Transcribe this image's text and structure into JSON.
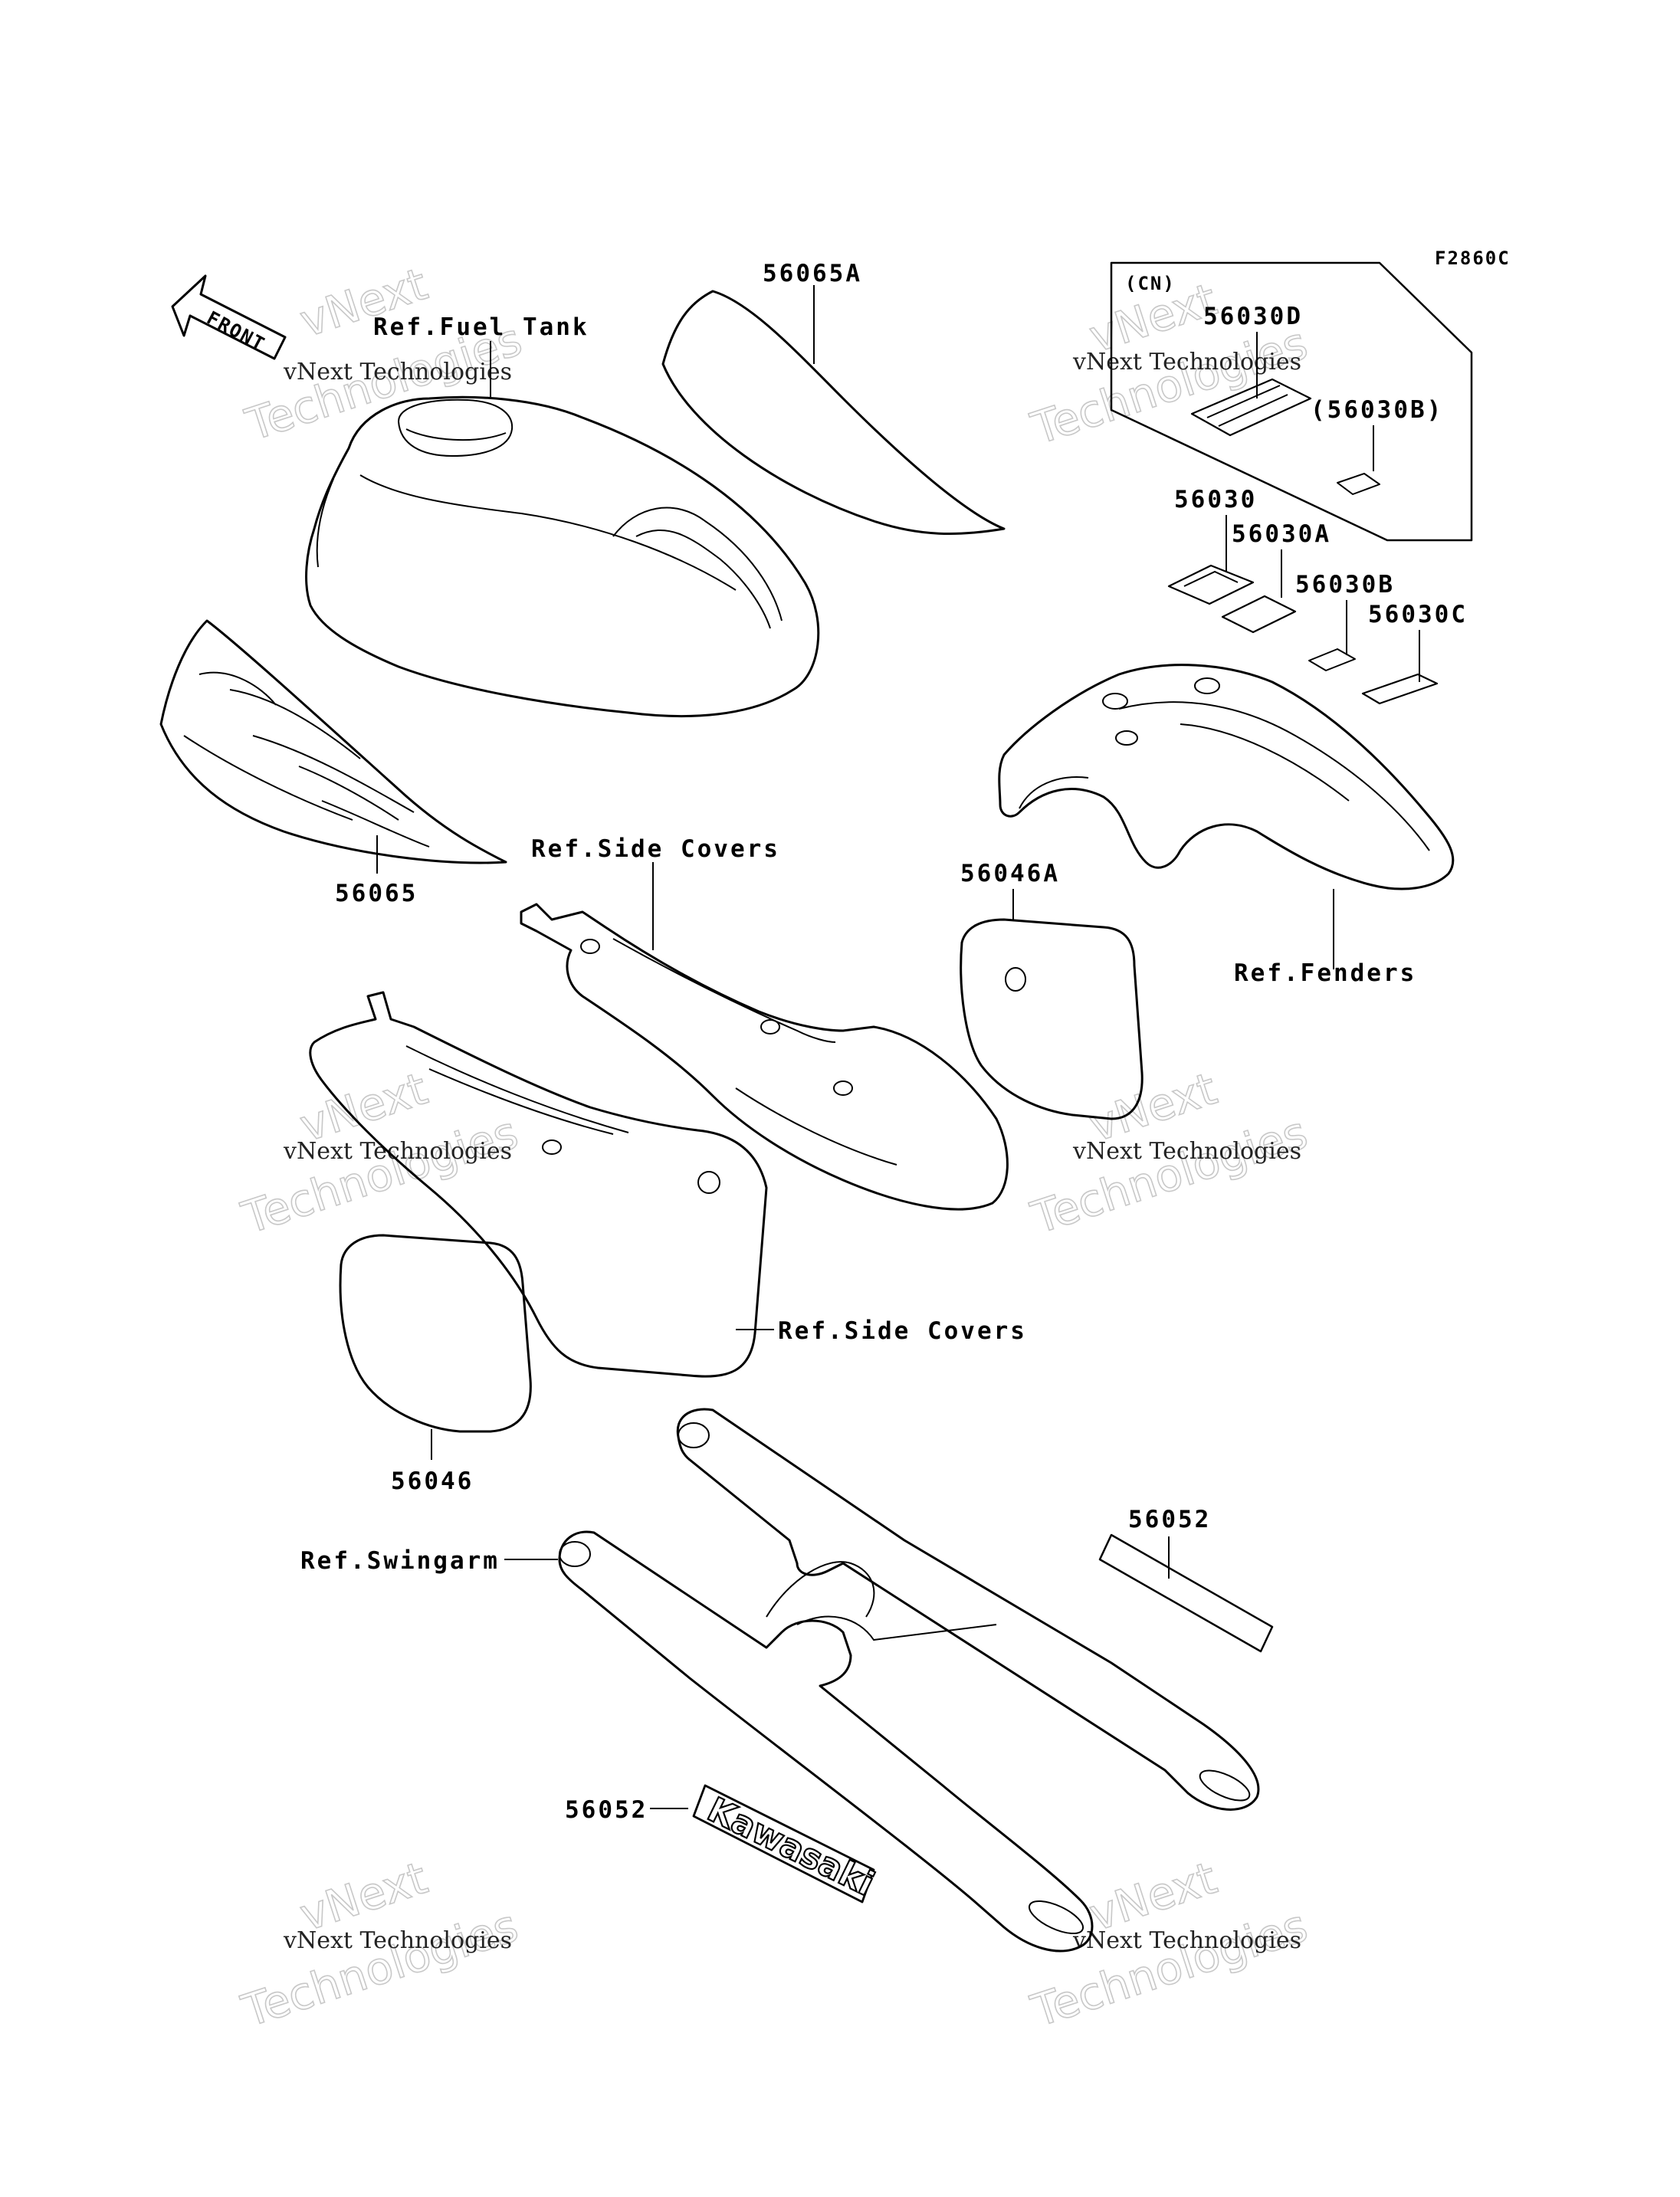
{
  "figure_code": "F2860C",
  "front_arrow_label": "FRONT",
  "cn_group_label": "(CN)",
  "decal_brand_text": "Kawasaki",
  "watermark": {
    "line1": "vNext Technologies",
    "line2": "vNext",
    "line3": "Technologies"
  },
  "callouts": {
    "ref_fuel_tank": "Ref.Fuel Tank",
    "p56065A": "56065A",
    "p56030D": "56030D",
    "p56030B_cn": "(56030B)",
    "p56030": "56030",
    "p56030A": "56030A",
    "p56030B": "56030B",
    "p56030C": "56030C",
    "p56065": "56065",
    "ref_side_covers_upper": "Ref.Side Covers",
    "p56046A": "56046A",
    "ref_fenders": "Ref.Fenders",
    "ref_side_covers_lower": "Ref.Side Covers",
    "p56046": "56046",
    "p56052_upper": "56052",
    "ref_swingarm": "Ref.Swingarm",
    "p56052_lower": "56052"
  }
}
